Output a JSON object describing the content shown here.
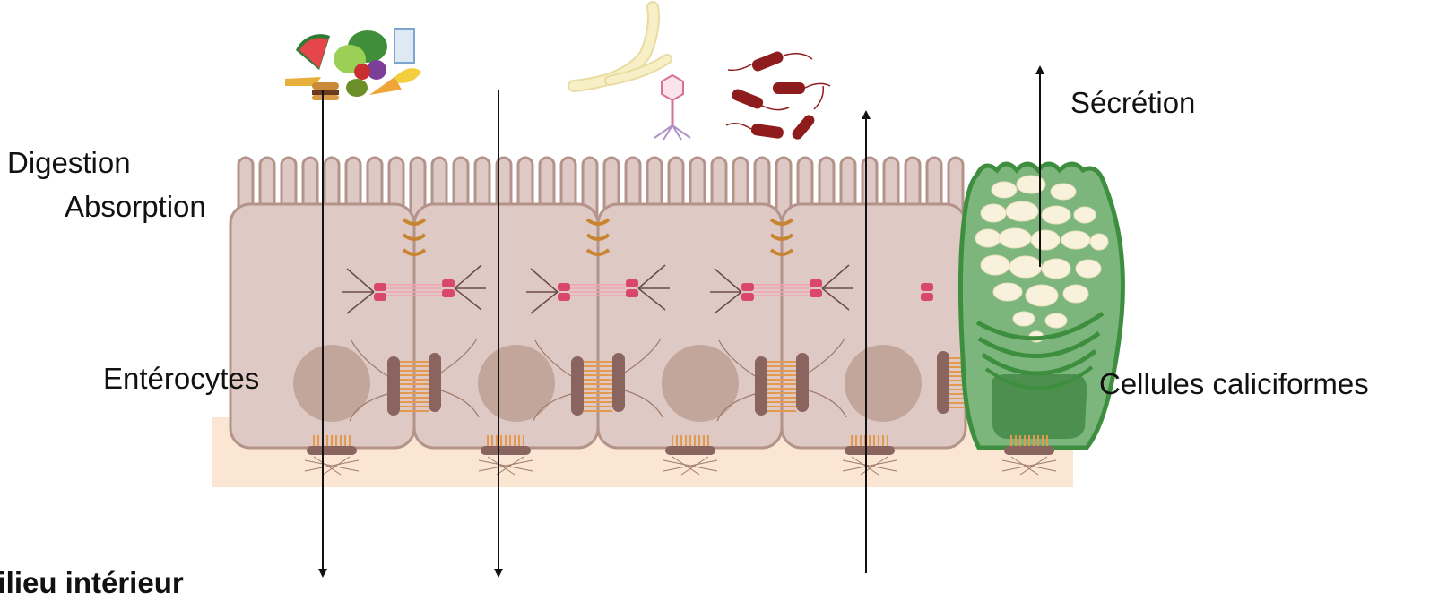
{
  "labels": {
    "digestion": "Digestion",
    "absorption": "Absorption",
    "enterocytes": "Entérocytes",
    "secretion": "Sécrétion",
    "goblet_cells": "Cellules caliciformes",
    "interior": "Milieu intérieur"
  },
  "icons": {
    "food": "food-icon",
    "fungus": "fungal-hyphae-icon",
    "phage": "bacteriophage-icon",
    "bacteria": "bacteria-icon"
  },
  "colors": {
    "cell_fill": "#dec9c4",
    "cell_stroke": "#b4948a",
    "nucleus": "#c2a69c",
    "basement": "#fbe6d4",
    "goblet_fill": "#7cb67d",
    "goblet_stroke": "#3d8f3f",
    "mucus": "#f8f1dc",
    "bacteria": "#8f1c1c",
    "fungus": "#f5ecba",
    "arrow": "#111111"
  }
}
